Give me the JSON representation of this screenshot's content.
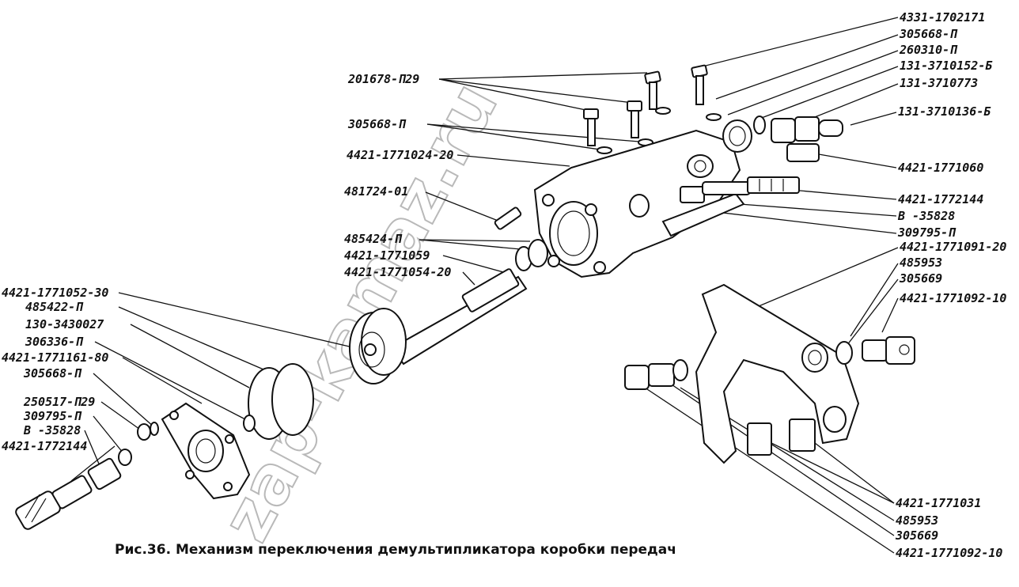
{
  "watermark": "zap-kamaz.ru",
  "caption": "Рис.36. Механизм переключения демультипликатора коробки передач",
  "labels": [
    "4331-1702171",
    "305668-П",
    "260310-П",
    "131-3710152-Б",
    "131-3710773",
    "131-3710136-Б",
    "201678-П29",
    "305668-П",
    "4421-1771024-20",
    "4421-1771060",
    "481724-01",
    "4421-1772144",
    "В -35828",
    "309795-П",
    "485424-П",
    "4421-1771091-20",
    "4421-1771059",
    "485953",
    "4421-1771054-20",
    "305669",
    "4421-1771092-10",
    "4421-1771052-30",
    "485422-П",
    "130-3430027",
    "306336-П",
    "4421-1771161-80",
    "305668-П",
    "250517-П29",
    "309795-П",
    "В -35828",
    "4421-1772144",
    "4421-1771031",
    "485953",
    "305669",
    "4421-1771092-10"
  ]
}
